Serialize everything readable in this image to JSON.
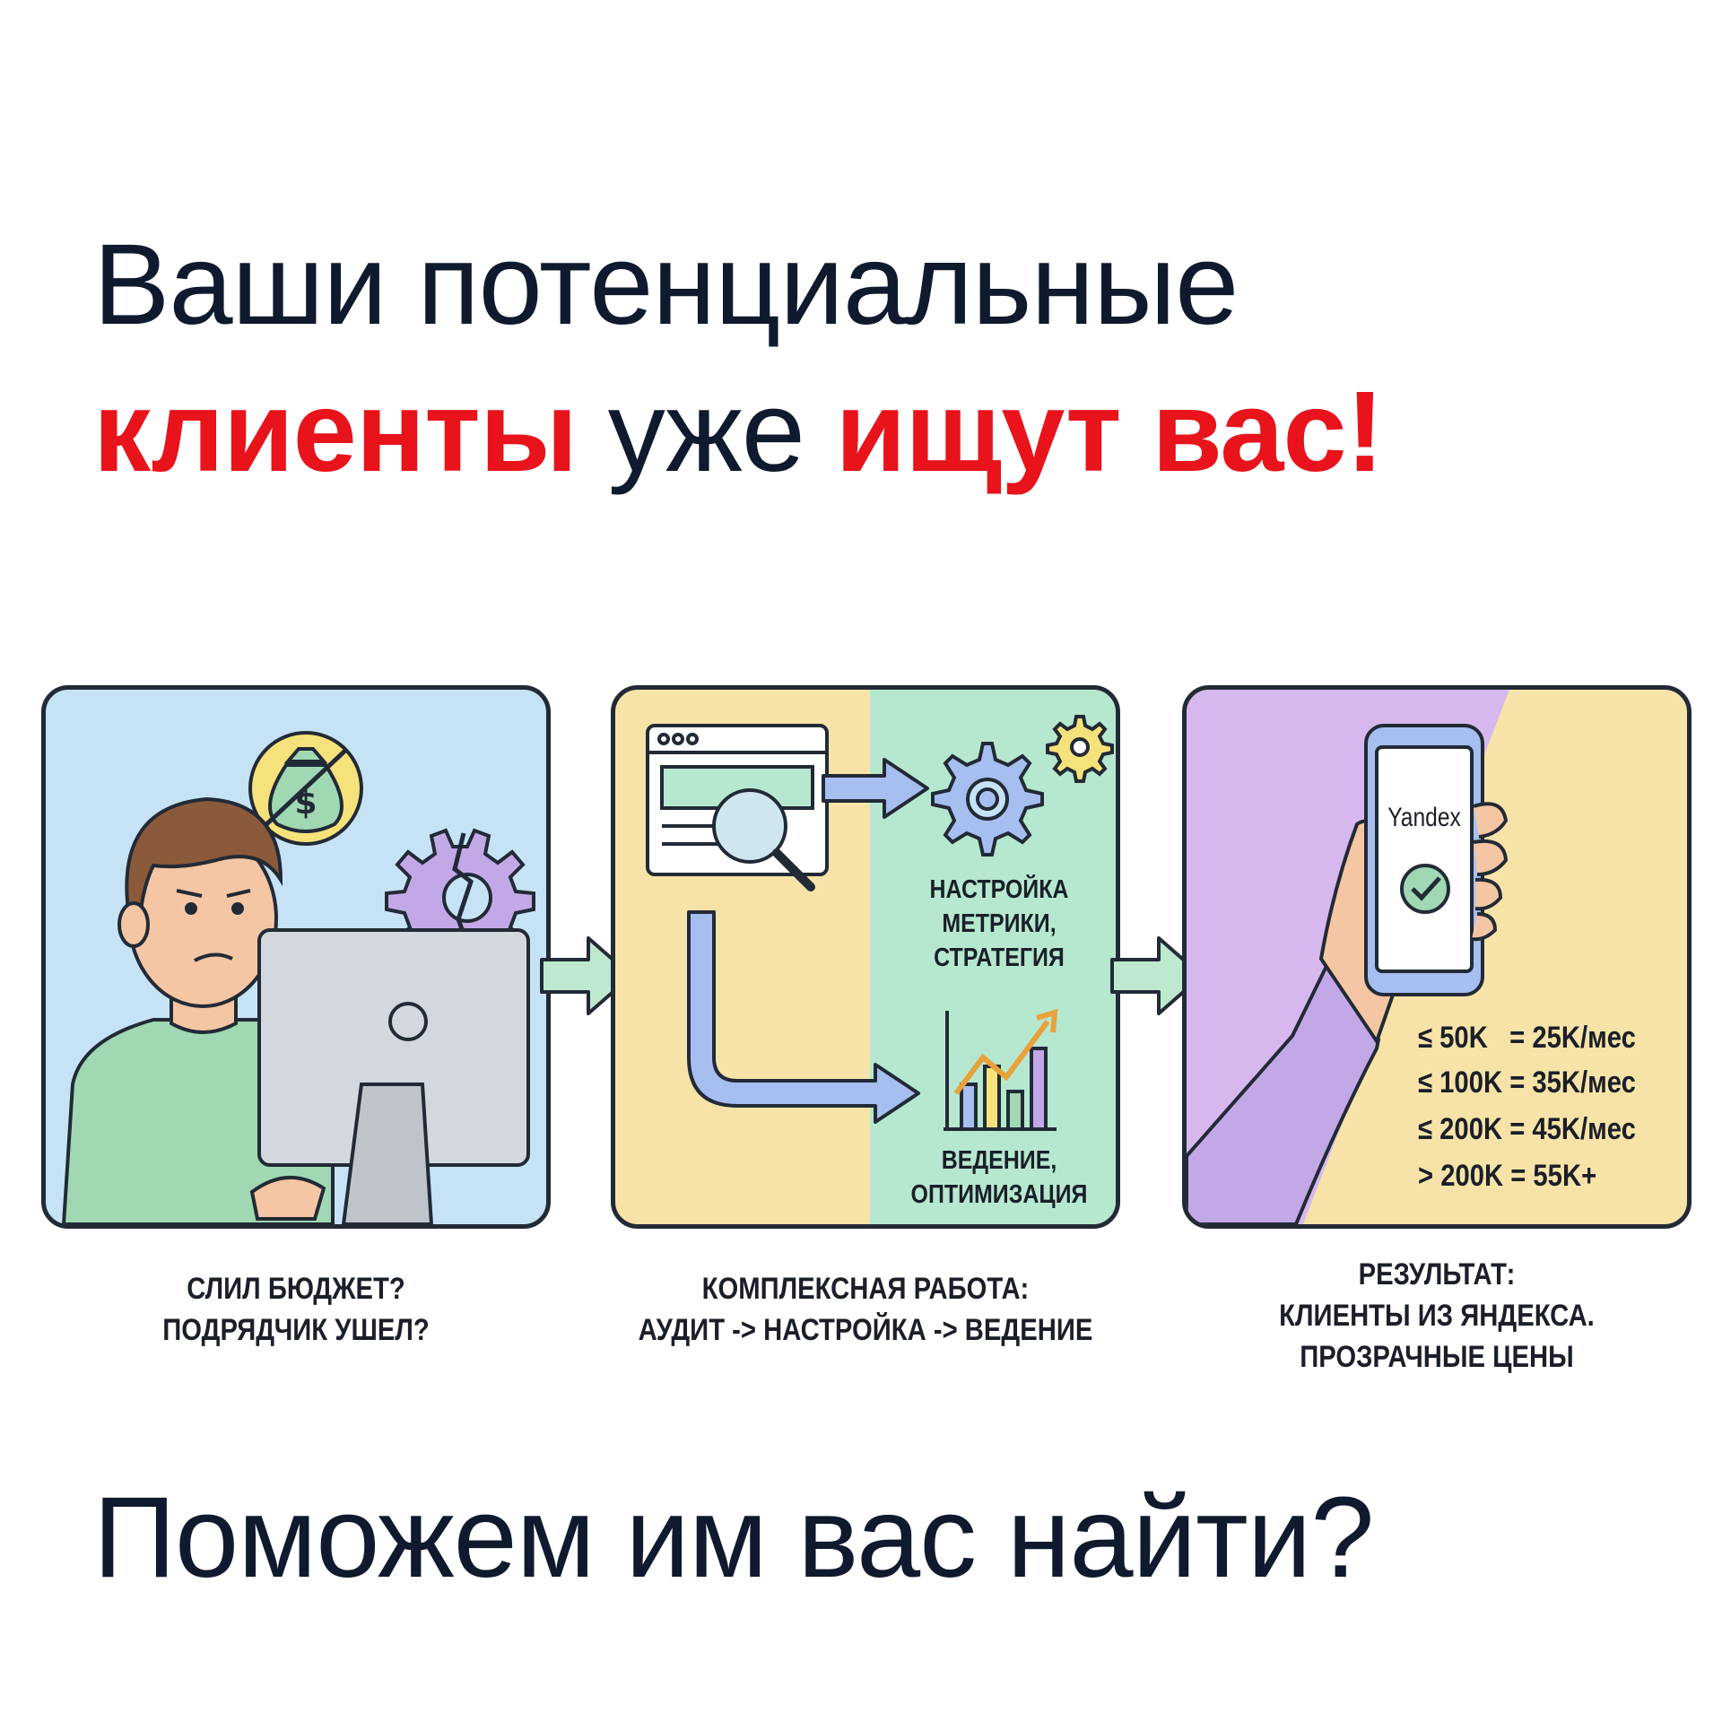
{
  "headline": {
    "line1": "Ваши потенциальные",
    "line2_part1": "клиенты",
    "line2_part2": " уже ",
    "line2_part3": "ищут вас!"
  },
  "panels": [
    {
      "caption": [
        "СЛИЛ БЮДЖЕТ?",
        "ПОДРЯДЧИК УШЕЛ?"
      ],
      "icons": [
        "worried-person-icon",
        "money-bag-crossed-icon",
        "broken-gear-icon",
        "computer-monitor-icon"
      ]
    },
    {
      "caption": [
        "КОМПЛЕКСНАЯ РАБОТА:",
        "АУДИТ -> НАСТРОЙКА -> ВЕДЕНИЕ"
      ],
      "label_setup": [
        "НАСТРОЙКА",
        "МЕТРИКИ,",
        "СТРАТЕГИЯ"
      ],
      "label_manage": [
        "ВЕДЕНИЕ,",
        "ОПТИМИЗАЦИЯ"
      ],
      "icons": [
        "browser-search-icon",
        "gears-icon",
        "growth-chart-icon"
      ]
    },
    {
      "caption": [
        "РЕЗУЛЬТАТ:",
        "КЛИЕНТЫ ИЗ ЯНДЕКСА.",
        "ПРОЗРАЧНЫЕ ЦЕНЫ"
      ],
      "brand": "Yandex",
      "prices": [
        "≤ 50K   = 25K/мес",
        "≤ 100K = 35K/мес",
        "≤ 200K = 45K/мес",
        "> 200K = 55K+"
      ],
      "icons": [
        "hand-phone-icon",
        "check-circle-icon"
      ]
    }
  ],
  "closing": "Поможем им вас найти?",
  "colors": {
    "accent_red": "#e8131b",
    "text_dark": "#0f1a2e",
    "panel_blue": "#c6e3f6",
    "panel_yellow": "#f7e3a8",
    "panel_green": "#b6e8cf",
    "panel_purple": "#d7b8ee",
    "arrow_green": "#bfe9cf",
    "pipe_blue": "#a6bff0"
  }
}
